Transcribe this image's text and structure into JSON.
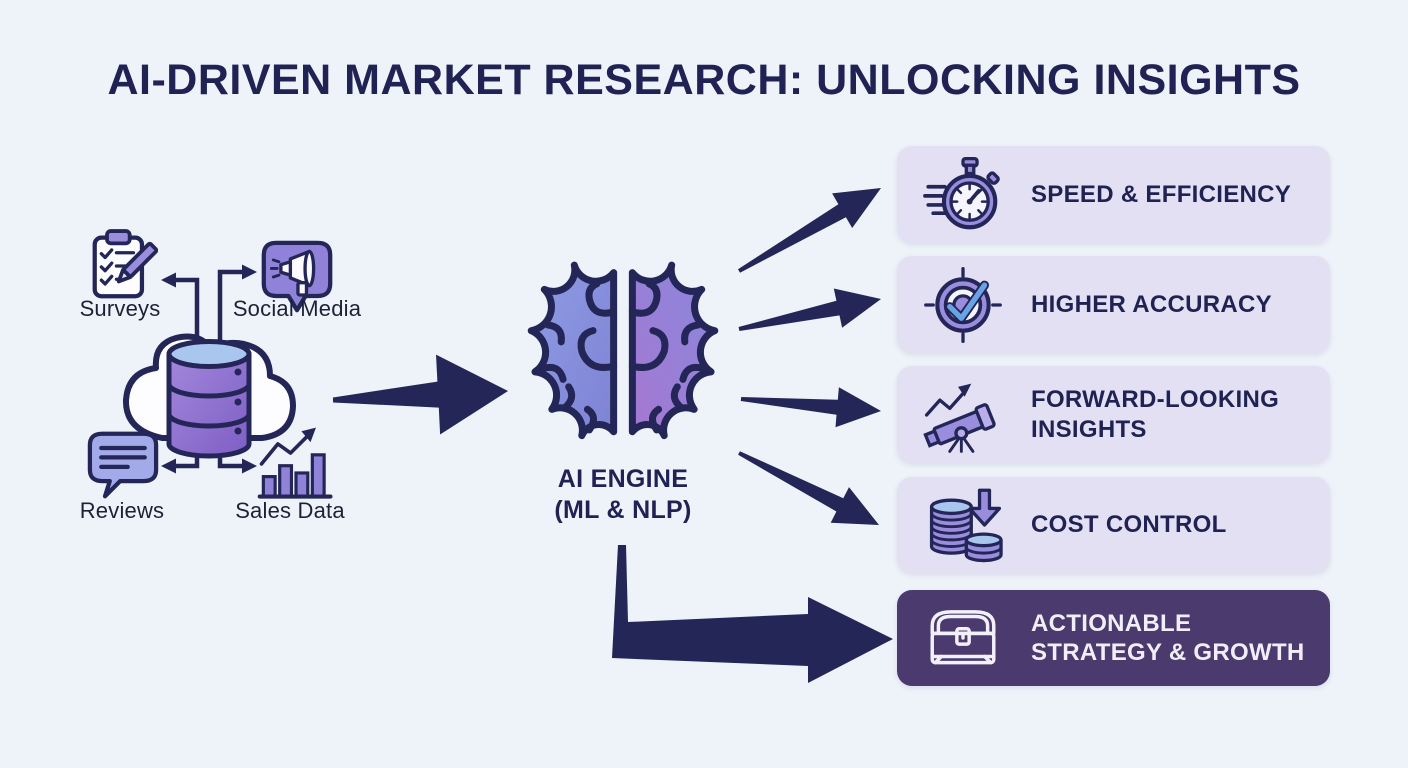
{
  "title": "AI-DRIVEN MARKET RESEARCH: UNLOCKING INSIGHTS",
  "sources": {
    "hub_icon": "cloud-database-icon",
    "items": [
      {
        "label": "Surveys",
        "icon": "clipboard-survey-icon"
      },
      {
        "label": "Social Media",
        "icon": "megaphone-bubble-icon"
      },
      {
        "label": "Reviews",
        "icon": "speech-bubble-icon"
      },
      {
        "label": "Sales Data",
        "icon": "bar-chart-trend-icon"
      }
    ]
  },
  "engine": {
    "icon": "brain-icon",
    "label_line1": "AI ENGINE",
    "label_line2": "(ML & NLP)"
  },
  "benefits": [
    {
      "label": "SPEED & EFFICIENCY",
      "icon": "stopwatch-icon",
      "highlighted": false
    },
    {
      "label": "HIGHER ACCURACY",
      "icon": "target-check-icon",
      "highlighted": false
    },
    {
      "label": "FORWARD-LOOKING INSIGHTS",
      "icon": "telescope-icon",
      "highlighted": false
    },
    {
      "label": "COST CONTROL",
      "icon": "coins-arrow-icon",
      "highlighted": false
    },
    {
      "label": "ACTIONABLE STRATEGY & GROWTH",
      "icon": "treasure-chest-icon",
      "highlighted": true
    }
  ],
  "colors": {
    "background": "#eef2f9",
    "ink_navy": "#232657",
    "panel_light": "#e3e0f3",
    "panel_highlight": "#4a3a6e",
    "icon_purple": "#9a8ddd",
    "icon_periwinkle": "#a3aae9",
    "cylinder_blue": "#a9c6ef",
    "check_blue": "#68a3e6",
    "highlight_text": "#f2eef8"
  }
}
